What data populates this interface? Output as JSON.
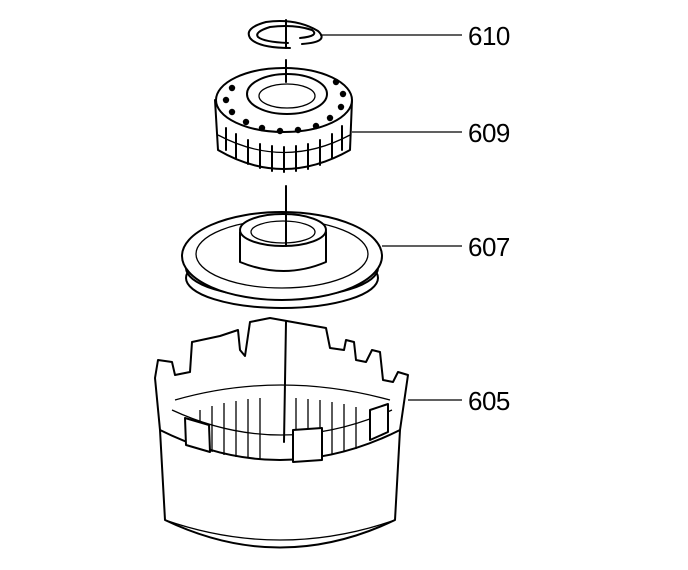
{
  "diagram": {
    "parts": [
      {
        "id": "610",
        "label": "610",
        "icon": "snap-ring-icon"
      },
      {
        "id": "609",
        "label": "609",
        "icon": "roller-clutch-icon"
      },
      {
        "id": "607",
        "label": "607",
        "icon": "clutch-race-icon"
      },
      {
        "id": "605",
        "label": "605",
        "icon": "clutch-housing-icon"
      }
    ]
  }
}
